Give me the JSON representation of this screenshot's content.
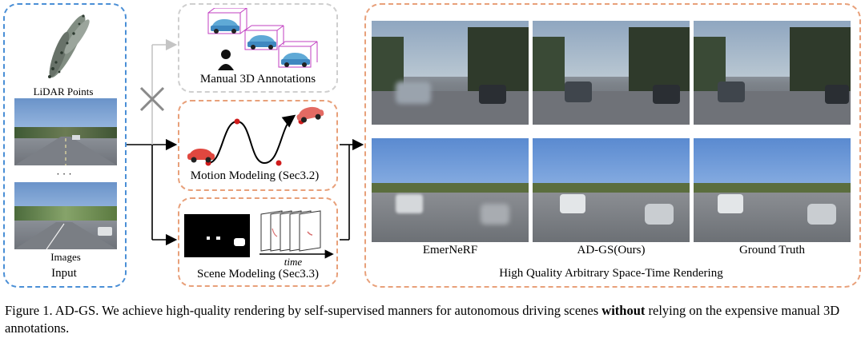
{
  "input_panel": {
    "lidar_label": "LiDAR Points",
    "ellipsis": "· · ·",
    "images_label": "Images",
    "title": "Input"
  },
  "manual_panel": {
    "title": "Manual 3D Annotations"
  },
  "motion_panel": {
    "title": "Motion Modeling (Sec3.2)"
  },
  "scene_panel": {
    "title": "Scene Modeling (Sec3.3)",
    "time_label": "time"
  },
  "rendering_panel": {
    "columns": [
      "EmerNeRF",
      "AD-GS(Ours)",
      "Ground Truth"
    ],
    "title": "High Quality Arbitrary Space-Time Rendering"
  },
  "caption": {
    "prefix": "Figure 1.  AD-GS. We achieve high-quality rendering by self-supervised manners for autonomous driving scenes ",
    "bold": "without",
    "suffix": " relying on the expensive manual 3D annotations."
  },
  "colors": {
    "input_border": "#4a8fd6",
    "manual_border": "#cfcfcf",
    "module_border": "#e8a07a",
    "car_red": "#e0473f",
    "keypoint_red": "#d01c1c"
  }
}
